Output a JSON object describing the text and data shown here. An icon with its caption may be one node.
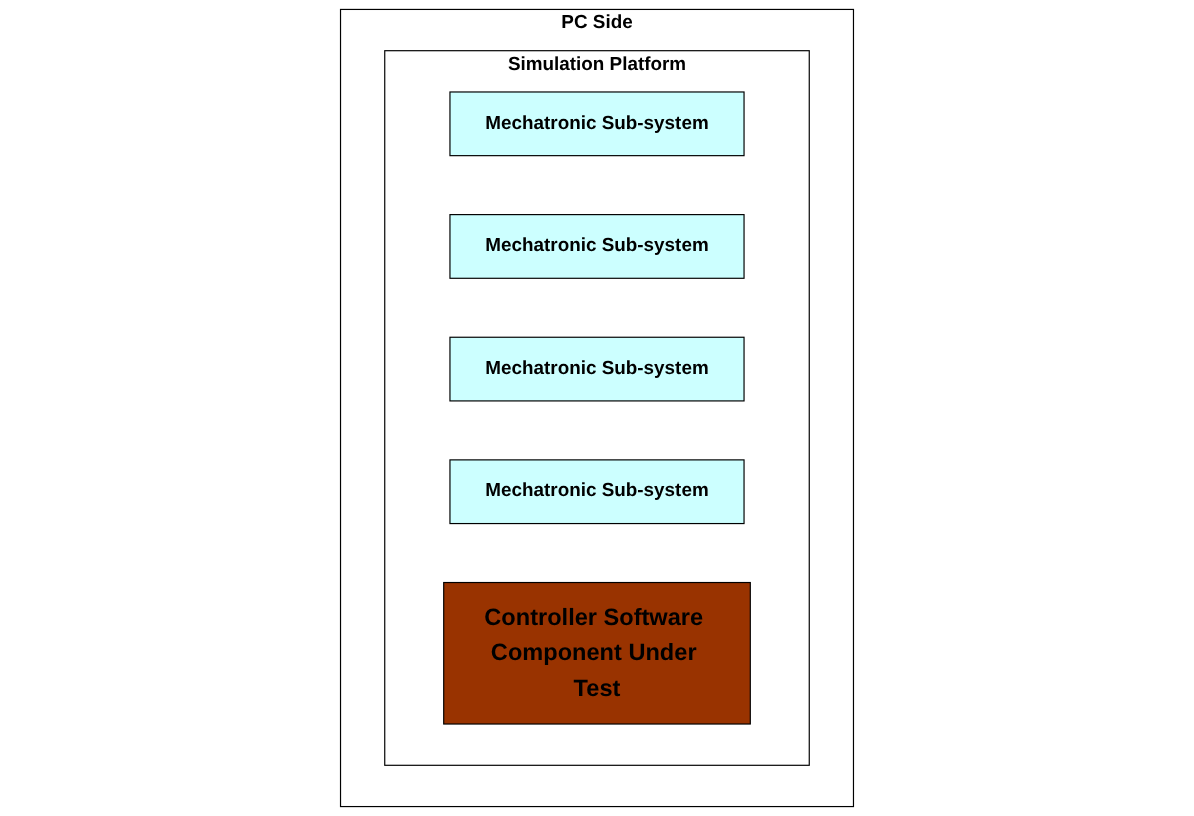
{
  "diagram": {
    "nodes": [
      {
        "text": [
          "PC Side"
        ]
      },
      {
        "text": [
          "Simulation Platform"
        ],
        "in": 0
      },
      {
        "text": [
          "Mechatronic Sub-system"
        ],
        "in": 1
      },
      {
        "text": [
          "Mechatronic Sub-system"
        ],
        "in": 1
      },
      {
        "text": [
          "Mechatronic Sub-system"
        ],
        "in": 1
      },
      {
        "text": [
          "Mechatronic Sub-system"
        ],
        "in": 1
      },
      {
        "text": [
          "Controller Software Component Under Test"
        ],
        "in": 1
      }
    ]
  }
}
